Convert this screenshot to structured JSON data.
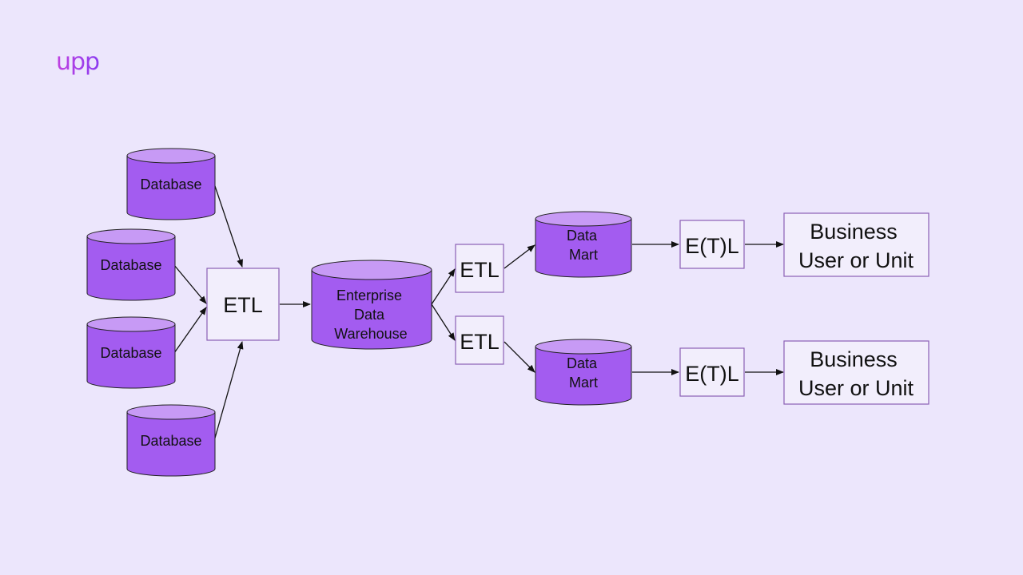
{
  "logo": {
    "text": "upp"
  },
  "nodes": {
    "db1": {
      "label": "Database"
    },
    "db2": {
      "label": "Database"
    },
    "db3": {
      "label": "Database"
    },
    "db4": {
      "label": "Database"
    },
    "etl_main": {
      "label": "ETL"
    },
    "edw": {
      "line1": "Enterprise",
      "line2": "Data",
      "line3": "Warehouse"
    },
    "etl_top": {
      "label": "ETL"
    },
    "etl_bottom": {
      "label": "ETL"
    },
    "mart_top": {
      "line1": "Data",
      "line2": "Mart"
    },
    "mart_bottom": {
      "line1": "Data",
      "line2": "Mart"
    },
    "etl2_top": {
      "label": "E(T)L"
    },
    "etl2_bottom": {
      "label": "E(T)L"
    },
    "biz_top": {
      "line1": "Business",
      "line2": "User or Unit"
    },
    "biz_bottom": {
      "line1": "Business",
      "line2": "User or Unit"
    }
  },
  "colors": {
    "background": "#ece6fc",
    "cylinder_fill": "#a35cf0",
    "cylinder_top": "#c79af5",
    "box_stroke": "#8a5fb5",
    "arrow": "#111111",
    "logo": "#b03ce6"
  }
}
